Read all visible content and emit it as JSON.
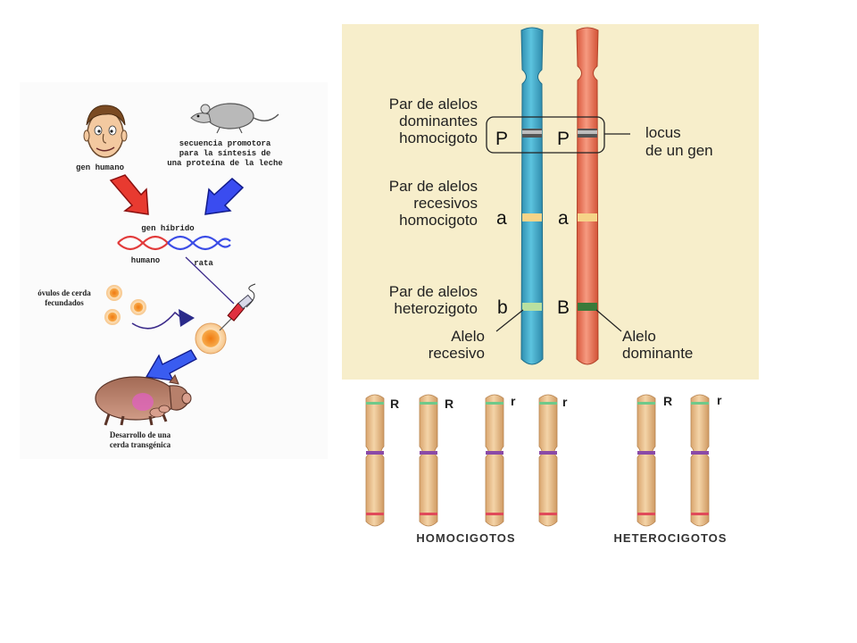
{
  "transgenic": {
    "human_gene_label": "gen humano",
    "promoter_line1": "secuencia promotora",
    "promoter_line2": "para la síntesis de",
    "promoter_line3": "una proteína de la leche",
    "hybrid_gene_label": "gen híbrido",
    "human_label": "humano",
    "rat_label": "rata",
    "eggs_line1": "óvulos de cerda",
    "eggs_line2": "fecundados",
    "development_line1": "Desarrollo de una",
    "development_line2": "cerda transgénica"
  },
  "alleles": {
    "dominant_pair_line1": "Par de alelos",
    "dominant_pair_line2": "dominantes",
    "dominant_pair_line3": "homocigoto",
    "recessive_pair_line1": "Par de alelos",
    "recessive_pair_line2": "recesivos",
    "recessive_pair_line3": "homocigoto",
    "hetero_pair_line1": "Par de alelos",
    "hetero_pair_line2": "heterozigoto",
    "locus_line1": "locus",
    "locus_line2": "de un gen",
    "letters": {
      "p_left": "P",
      "p_right": "P",
      "a_left": "a",
      "a_right": "a",
      "b_left": "b",
      "b_right": "B"
    },
    "recessive_allele_line1": "Alelo",
    "recessive_allele_line2": "recesivo",
    "dominant_allele_line1": "Alelo",
    "dominant_allele_line2": "dominante",
    "colors": {
      "panel": "#f7eecb",
      "left_chromosome": "#41a9c9",
      "right_chromosome": "#ef7a5f"
    }
  },
  "zygosity": {
    "labels": [
      "R",
      "R",
      "r",
      "r",
      "R",
      "r"
    ],
    "homozygous_label": "HOMOCIGOTOS",
    "heterozygous_label": "HETEROCIGOTOS",
    "chromosome_color": "#e8c08c"
  }
}
